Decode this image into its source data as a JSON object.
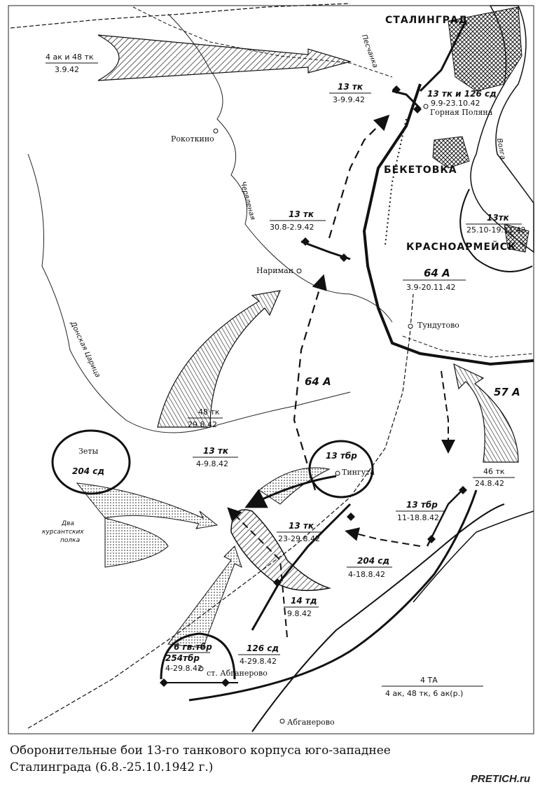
{
  "map": {
    "labels": {
      "stalingrad": "СТАЛИНГРАД",
      "beketovka": "БЕКЕТОВКА",
      "krasnoarmeysk": "КРАСНОАРМЕЙСК",
      "peschanka": "Песчанка",
      "gornaya_polyana": "Горная Поляна",
      "volga": "Волга",
      "rokotkino": "Рокоткино",
      "chervlenaya": "Червленая",
      "nariman": "Нариман",
      "tundutovo": "Тундутово",
      "donskaya_tsaritsa": "Донская Царица",
      "zety": "Зеты",
      "tinguta": "Тингута",
      "st_abganerovo": "ст. Абганерово",
      "abganerovo": "Абганерово",
      "two_cadet_regiments_1": "Два",
      "two_cadet_regiments_2": "курсантских",
      "two_cadet_regiments_3": "полка"
    },
    "units": {
      "ak4_tk48": "4 ак и 48 тк",
      "ak4_tk48_date": "3.9.42",
      "tk13_a": "13 тк",
      "tk13_a_date": "3-9.9.42",
      "tk13_sd126": "13 тк и 126 сд",
      "tk13_sd126_date": "9.9-23.10.42",
      "tk13_b": "13 тк",
      "tk13_b_date": "30.8-2.9.42",
      "tk13_c": "13тк",
      "tk13_c_date": "25.10-19.11.42",
      "army64_a": "64 А",
      "army64_a_date": "3.9-20.11.42",
      "army64_b": "64 А",
      "army57": "57 А",
      "tk48_a": "48 тк",
      "tk48_a_date": "29.8.42",
      "tk13_d": "13 тк",
      "tk13_d_date": "4-9.8.42",
      "sd204_a": "204 сд",
      "tbr13_a": "13 тбр",
      "tk46": "46 тк",
      "tk46_date": "24.8.42",
      "tbr13_b": "13 тбр",
      "tbr13_b_date": "11-18.8.42",
      "tk13_e": "13 тк",
      "tk13_e_date": "23-29.8.42",
      "sd204_b": "204 сд",
      "sd204_b_date": "4-18.8.42",
      "td14": "14 тд",
      "td14_date": "9.8.42",
      "gvtbr6": "6 гв.тбр",
      "tbr254": "254тбр",
      "tbr254_date": "4-29.8.42",
      "sd126": "126 сд",
      "sd126_date": "4-29.8.42",
      "ta4": "4 ТА",
      "ta4_desc": "4 ак, 48 тк, 6 ак(р.)"
    },
    "colors": {
      "ink": "#111111",
      "paper": "#ffffff",
      "hatch": "#1a1a1a"
    }
  },
  "caption": {
    "line1": "Оборонительные бои 13-го танкового корпуса юго-западнее",
    "line2": "Сталинграда (6.8.-25.10.1942 г.)"
  },
  "credit": "PRETICH.ru"
}
